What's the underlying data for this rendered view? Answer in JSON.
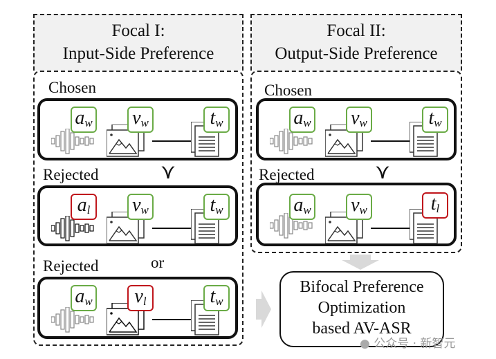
{
  "focal1": {
    "title_line1": "Focal I:",
    "title_line2": "Input-Side Preference",
    "chosen_label": "Chosen",
    "rejected_label_1": "Rejected",
    "rejected_label_2": "Rejected",
    "or_label": "or",
    "preference_symbol": "⋎",
    "chosen": {
      "audio": {
        "base": "a",
        "sub": "w",
        "status": "chosen"
      },
      "visual": {
        "base": "v",
        "sub": "w",
        "status": "chosen"
      },
      "text": {
        "base": "t",
        "sub": "w",
        "status": "chosen"
      }
    },
    "rejected_audio": {
      "audio": {
        "base": "a",
        "sub": "l",
        "status": "rejected"
      },
      "visual": {
        "base": "v",
        "sub": "w",
        "status": "chosen"
      },
      "text": {
        "base": "t",
        "sub": "w",
        "status": "chosen"
      }
    },
    "rejected_visual": {
      "audio": {
        "base": "a",
        "sub": "w",
        "status": "chosen"
      },
      "visual": {
        "base": "v",
        "sub": "l",
        "status": "rejected"
      },
      "text": {
        "base": "t",
        "sub": "w",
        "status": "chosen"
      }
    }
  },
  "focal2": {
    "title_line1": "Focal II:",
    "title_line2": "Output-Side Preference",
    "chosen_label": "Chosen",
    "rejected_label": "Rejected",
    "preference_symbol": "⋎",
    "chosen": {
      "audio": {
        "base": "a",
        "sub": "w",
        "status": "chosen"
      },
      "visual": {
        "base": "v",
        "sub": "w",
        "status": "chosen"
      },
      "text": {
        "base": "t",
        "sub": "w",
        "status": "chosen"
      }
    },
    "rejected_text": {
      "audio": {
        "base": "a",
        "sub": "w",
        "status": "chosen"
      },
      "visual": {
        "base": "v",
        "sub": "w",
        "status": "chosen"
      },
      "text": {
        "base": "t",
        "sub": "l",
        "status": "rejected"
      }
    }
  },
  "result": {
    "line1": "Bifocal Preference",
    "line2": "Optimization",
    "line3": "based AV-ASR"
  },
  "colors": {
    "chosen": "#6aab46",
    "rejected": "#c0161c",
    "header_bg": "#f1f1f1",
    "arrow": "#d9d9d9"
  },
  "watermark": "公众号 · 新智元"
}
